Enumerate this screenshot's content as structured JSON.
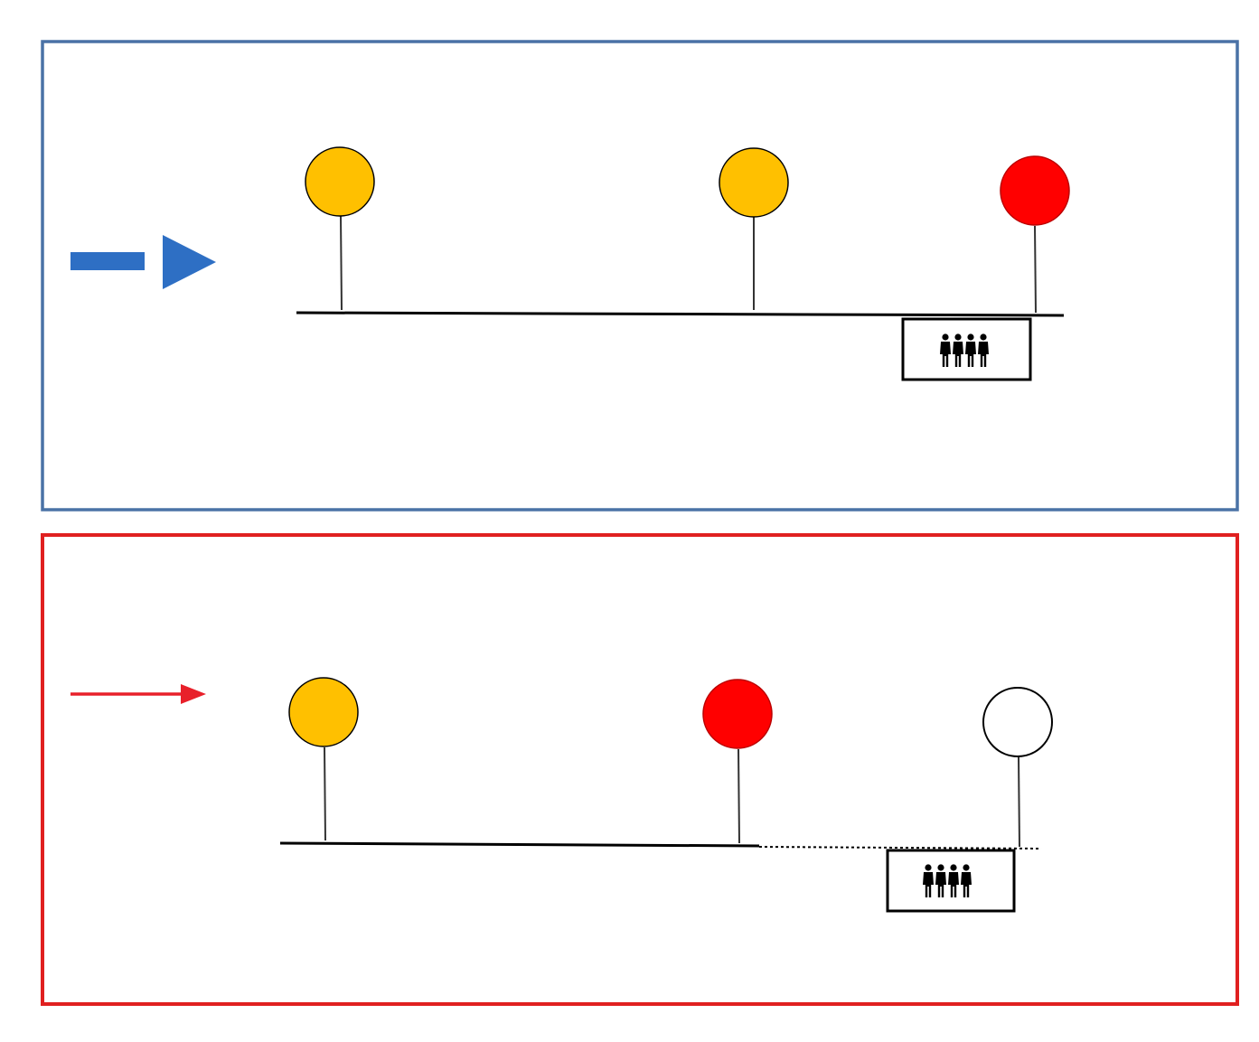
{
  "colors": {
    "background": "#ffffff",
    "top_panel_border": "#4a72a6",
    "bottom_panel_border": "#e02020",
    "top_arrow": "#2e6fc4",
    "bottom_arrow": "#e8202a",
    "amber_signal": "#ffc000",
    "red_signal": "#ff0000",
    "inactive_signal": "#ffffff",
    "line": "#000000"
  },
  "icons": {
    "arrow_top": "thick-block-arrow-right-icon",
    "arrow_bottom": "thin-arrow-right-icon",
    "platform": "people-group-icon"
  },
  "panels": [
    {
      "name": "top-panel",
      "signals": [
        "amber",
        "amber",
        "red"
      ],
      "track_end": "solid"
    },
    {
      "name": "bottom-panel",
      "signals": [
        "amber",
        "red",
        "unlit"
      ],
      "track_end": "dotted"
    }
  ]
}
